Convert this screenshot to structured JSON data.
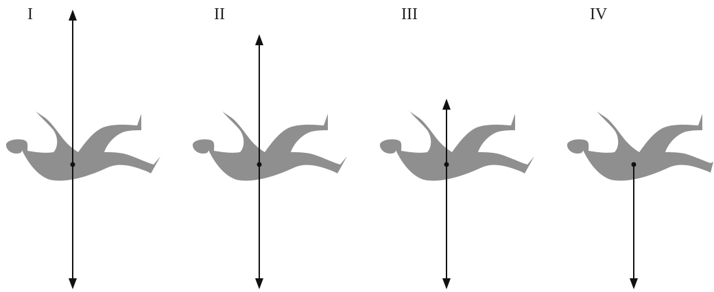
{
  "panels": [
    {
      "label": "I",
      "upward_arrow": true,
      "downward_arrow": true
    },
    {
      "label": "II",
      "upward_arrow": true,
      "downward_arrow": true
    },
    {
      "label": "III",
      "upward_arrow": true,
      "downward_arrow": true
    },
    {
      "label": "IV",
      "upward_arrow": false,
      "downward_arrow": true
    }
  ],
  "colors": {
    "figure": "#8f8f8f",
    "arrow": "#111111",
    "label": "#222222"
  }
}
